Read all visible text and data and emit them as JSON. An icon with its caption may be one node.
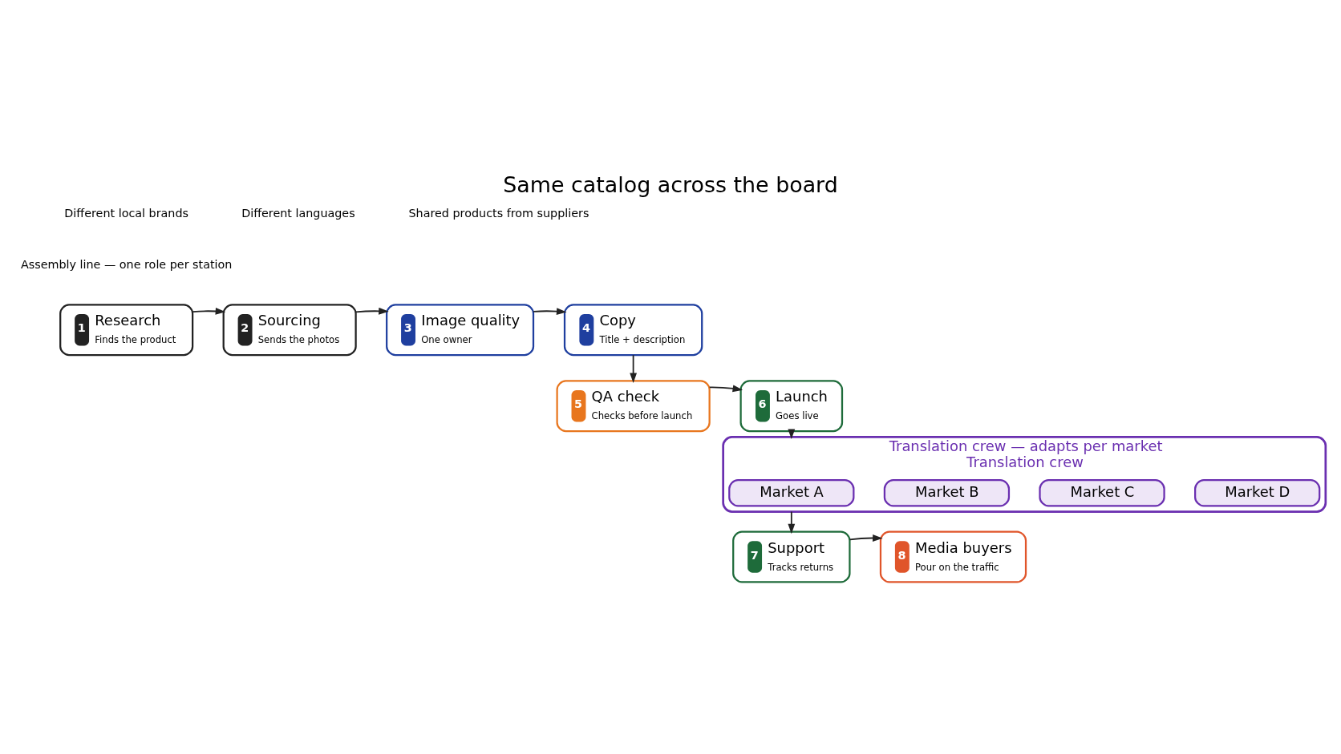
{
  "diagram": {
    "title": "Same catalog across the board",
    "nodes": [
      {
        "text": [
          "1",
          "Research",
          "Finds the product"
        ]
      },
      {
        "text": [
          "2",
          "Sourcing",
          "Sends the photos"
        ]
      },
      {
        "text": [
          "3",
          "Image quality",
          "One owner"
        ]
      },
      {
        "text": [
          "4",
          "Copy",
          "Title + description"
        ]
      },
      {
        "text": [
          "5",
          "QA check",
          "Checks before launch"
        ]
      },
      {
        "text": [
          "6",
          "Launch",
          "Goes live"
        ]
      },
      {
        "text": [
          "Translation crew — adapts per market",
          "Translation crew"
        ]
      },
      {
        "text": [
          "Market A"
        ],
        "in": 6
      },
      {
        "text": [
          "Market B"
        ],
        "in": 6
      },
      {
        "text": [
          "Market C"
        ],
        "in": 6
      },
      {
        "text": [
          "Market D"
        ],
        "in": 6
      },
      {
        "text": [
          "7",
          "Support",
          "Tracks returns"
        ]
      },
      {
        "text": [
          "8",
          "Media buyers",
          "Pour on the traffic"
        ]
      }
    ],
    "edges": [
      {
        "from": 0,
        "to": 1,
        "arrow": "to"
      },
      {
        "from": 1,
        "to": 2,
        "arrow": "to"
      },
      {
        "from": 2,
        "to": 3,
        "arrow": "to"
      },
      {
        "from": 3,
        "to": 4,
        "arrow": "to"
      },
      {
        "from": 4,
        "to": 5,
        "arrow": "to"
      },
      {
        "from": 5,
        "to": 6,
        "arrow": "to"
      },
      {
        "from": 6,
        "to": 11,
        "arrow": "to"
      },
      {
        "from": 11,
        "to": 12,
        "arrow": "to"
      }
    ],
    "labels": [
      "Different local brands",
      "Different languages",
      "Shared products from suppliers",
      "Assembly line — one role per station"
    ]
  }
}
